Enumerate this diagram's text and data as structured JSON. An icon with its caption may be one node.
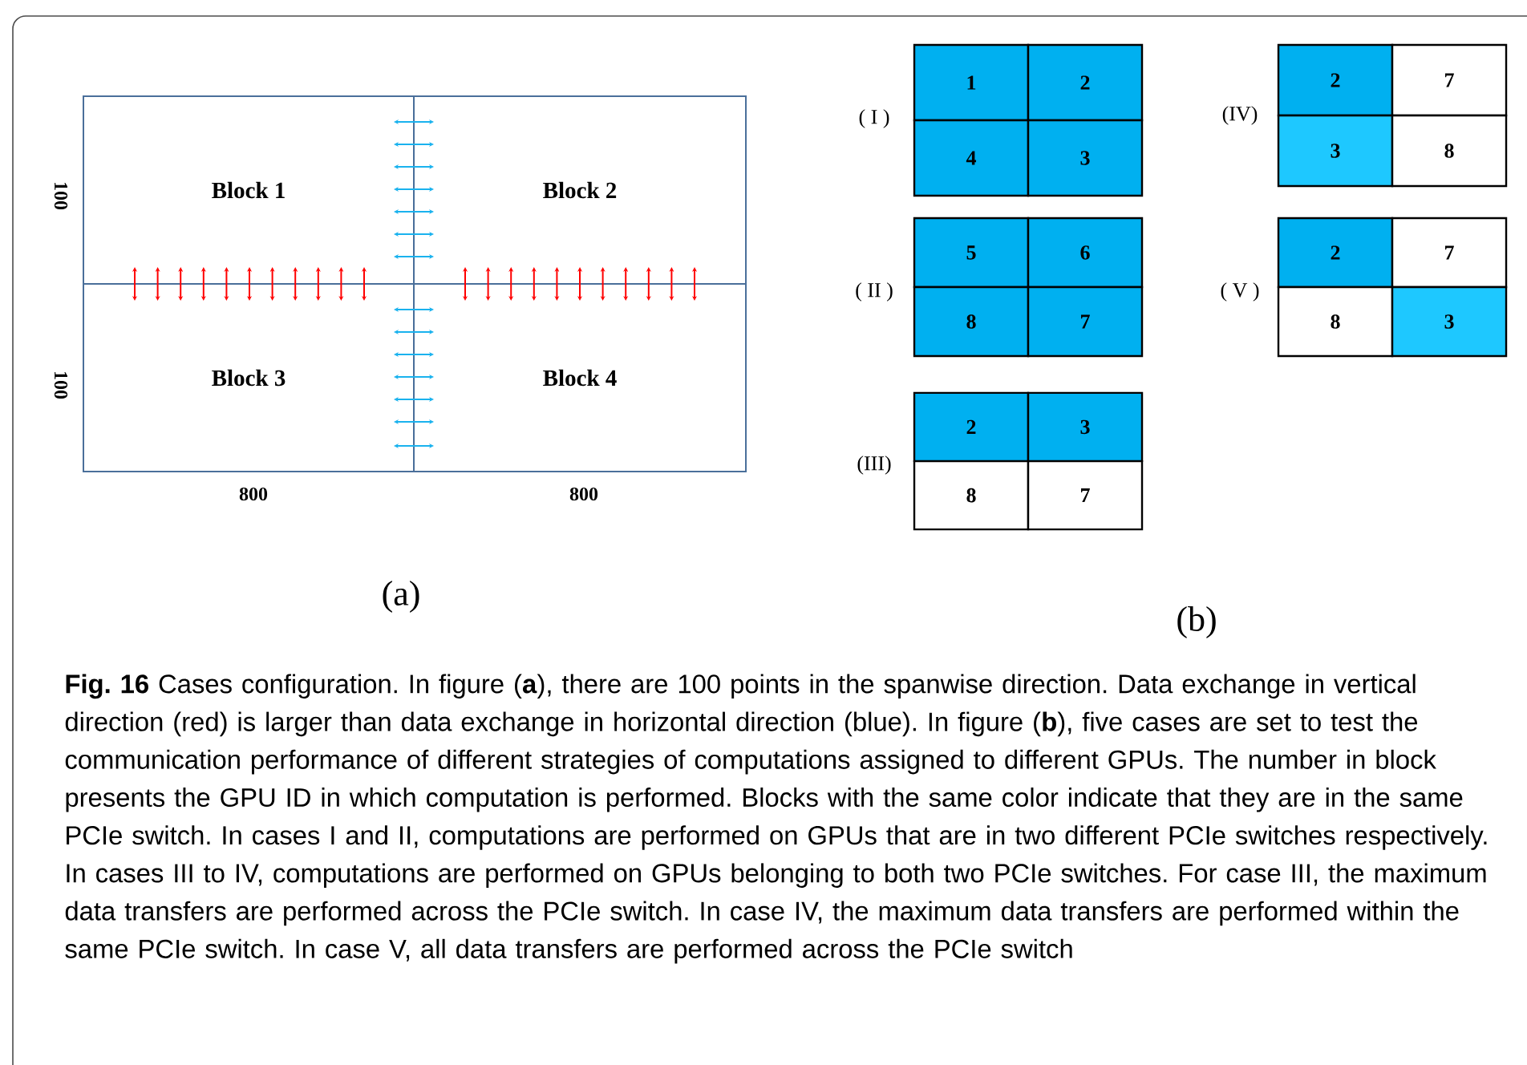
{
  "diagram": {
    "caption": "**Fig. 16** Cases configuration. In figure (**a**), there are 100 points in the spanwise direction. Data exchange in vertical direction (red) is larger than data exchange in horizontal direction (blue). In figure (**b**), five cases are set to test the communication performance of different strategies of computations assigned to different GPUs. The number in block presents the GPU ID in which computation is performed. Blocks with the same color indicate that they are in the same PCIe switch. In cases I and II, computations are performed on GPUs that are in two different PCIe switches respectively. In cases III to IV, computations are performed on GPUs belonging to both two PCIe switches. For case III, the maximum data transfers are performed across the PCIe switch. In case IV, the maximum data transfers are performed within the same PCIe switch. In case V, all data transfers are performed across the PCIe switch",
    "nodes": [
      {
        "text": [
          "Block 1"
        ]
      },
      {
        "text": [
          "Block 2"
        ]
      },
      {
        "text": [
          "Block 3"
        ]
      },
      {
        "text": [
          "Block 4"
        ]
      },
      {
        "text": [
          "1"
        ]
      },
      {
        "text": [
          "2"
        ]
      },
      {
        "text": [
          "4"
        ]
      },
      {
        "text": [
          "3"
        ]
      },
      {
        "text": [
          "5"
        ]
      },
      {
        "text": [
          "6"
        ]
      },
      {
        "text": [
          "8"
        ]
      },
      {
        "text": [
          "7"
        ]
      },
      {
        "text": [
          "2"
        ]
      },
      {
        "text": [
          "3"
        ]
      },
      {
        "text": [
          "8"
        ]
      },
      {
        "text": [
          "7"
        ]
      },
      {
        "text": [
          "2"
        ]
      },
      {
        "text": [
          "7"
        ]
      },
      {
        "text": [
          "3"
        ]
      },
      {
        "text": [
          "8"
        ]
      },
      {
        "text": [
          "2"
        ]
      },
      {
        "text": [
          "7"
        ]
      },
      {
        "text": [
          "8"
        ]
      },
      {
        "text": [
          "3"
        ]
      }
    ],
    "edges": [
      {
        "from": 0,
        "to": 1,
        "arrow": "both",
        "color": "#1ab2ee"
      },
      {
        "from": 0,
        "to": 1,
        "arrow": "both",
        "color": "#1ab2ee"
      },
      {
        "from": 0,
        "to": 1,
        "arrow": "both",
        "color": "#1ab2ee"
      },
      {
        "from": 0,
        "to": 1,
        "arrow": "both",
        "color": "#1ab2ee"
      },
      {
        "from": 0,
        "to": 1,
        "arrow": "both",
        "color": "#1ab2ee"
      },
      {
        "from": 0,
        "to": 1,
        "arrow": "both",
        "color": "#1ab2ee"
      },
      {
        "from": 0,
        "to": 1,
        "arrow": "both",
        "color": "#1ab2ee"
      },
      {
        "from": 0,
        "to": 2,
        "arrow": "both"
      },
      {
        "from": 0,
        "to": 2,
        "arrow": "both"
      },
      {
        "from": 0,
        "to": 2,
        "arrow": "both"
      },
      {
        "from": 0,
        "to": 2,
        "arrow": "both"
      },
      {
        "from": 0,
        "to": 2,
        "arrow": "both"
      },
      {
        "from": 0,
        "to": 2,
        "arrow": "both"
      },
      {
        "from": 0,
        "to": 2,
        "arrow": "both"
      },
      {
        "from": 0,
        "to": 2,
        "arrow": "both"
      },
      {
        "from": 0,
        "to": 2,
        "arrow": "both"
      },
      {
        "from": 0,
        "to": 2,
        "arrow": "both"
      },
      {
        "from": 0,
        "to": 2,
        "arrow": "both"
      },
      {
        "from": 1,
        "to": 3,
        "arrow": "both"
      },
      {
        "from": 1,
        "to": 3,
        "arrow": "both"
      },
      {
        "from": 1,
        "to": 3,
        "arrow": "both"
      },
      {
        "from": 1,
        "to": 3,
        "arrow": "both"
      },
      {
        "from": 1,
        "to": 3,
        "arrow": "both"
      },
      {
        "from": 1,
        "to": 3,
        "arrow": "both"
      },
      {
        "from": 1,
        "to": 3,
        "arrow": "both"
      },
      {
        "from": 1,
        "to": 3,
        "arrow": "both"
      },
      {
        "from": 1,
        "to": 3,
        "arrow": "both"
      },
      {
        "from": 1,
        "to": 3,
        "arrow": "both"
      },
      {
        "from": 1,
        "to": 3,
        "arrow": "both"
      },
      {
        "from": 2,
        "to": 3,
        "arrow": "both",
        "color": "#1ab2ee"
      },
      {
        "from": 2,
        "to": 3,
        "arrow": "both",
        "color": "#1ab2ee"
      },
      {
        "from": 2,
        "to": 3,
        "arrow": "both",
        "color": "#1ab2ee"
      },
      {
        "from": 2,
        "to": 3,
        "arrow": "both",
        "color": "#1ab2ee"
      },
      {
        "from": 2,
        "to": 3,
        "arrow": "both",
        "color": "#1ab2ee"
      },
      {
        "from": 2,
        "to": 3,
        "arrow": "both",
        "color": "#1ab2ee"
      },
      {
        "from": 2,
        "to": 3,
        "arrow": "both",
        "color": "#1ab2ee"
      }
    ],
    "labels": [
      "100",
      "100",
      "800",
      "800",
      "( I )",
      "( II )",
      "(III)",
      "(IV)",
      "( V )",
      "(a)",
      "(b)"
    ]
  }
}
